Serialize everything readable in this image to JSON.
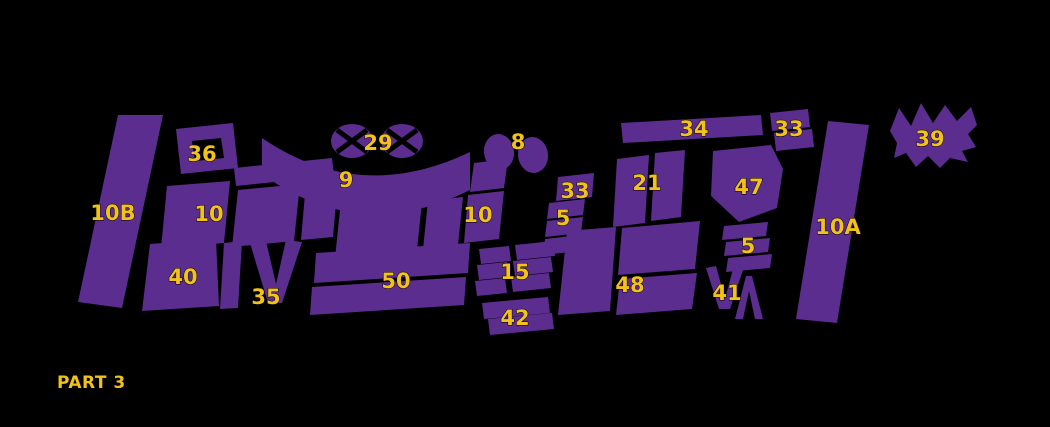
{
  "part_label": "PART 3",
  "colors": {
    "background": "#000000",
    "shape": "#5b2d8e",
    "label": "#f2c21a"
  },
  "labels": [
    {
      "id": "10B",
      "text": "10B"
    },
    {
      "id": "36",
      "text": "36"
    },
    {
      "id": "10",
      "text": "10"
    },
    {
      "id": "40",
      "text": "40"
    },
    {
      "id": "35",
      "text": "35"
    },
    {
      "id": "9",
      "text": "9"
    },
    {
      "id": "29",
      "text": "29"
    },
    {
      "id": "50",
      "text": "50"
    },
    {
      "id": "10-second",
      "text": "10"
    },
    {
      "id": "42",
      "text": "42"
    },
    {
      "id": "15",
      "text": "15"
    },
    {
      "id": "8",
      "text": "8"
    },
    {
      "id": "5",
      "text": "5"
    },
    {
      "id": "33",
      "text": "33"
    },
    {
      "id": "21",
      "text": "21"
    },
    {
      "id": "34",
      "text": "34"
    },
    {
      "id": "33-second",
      "text": "33"
    },
    {
      "id": "47",
      "text": "47"
    },
    {
      "id": "5-second",
      "text": "5"
    },
    {
      "id": "48",
      "text": "48"
    },
    {
      "id": "41",
      "text": "41"
    },
    {
      "id": "10A",
      "text": "10A"
    },
    {
      "id": "39",
      "text": "39"
    }
  ]
}
